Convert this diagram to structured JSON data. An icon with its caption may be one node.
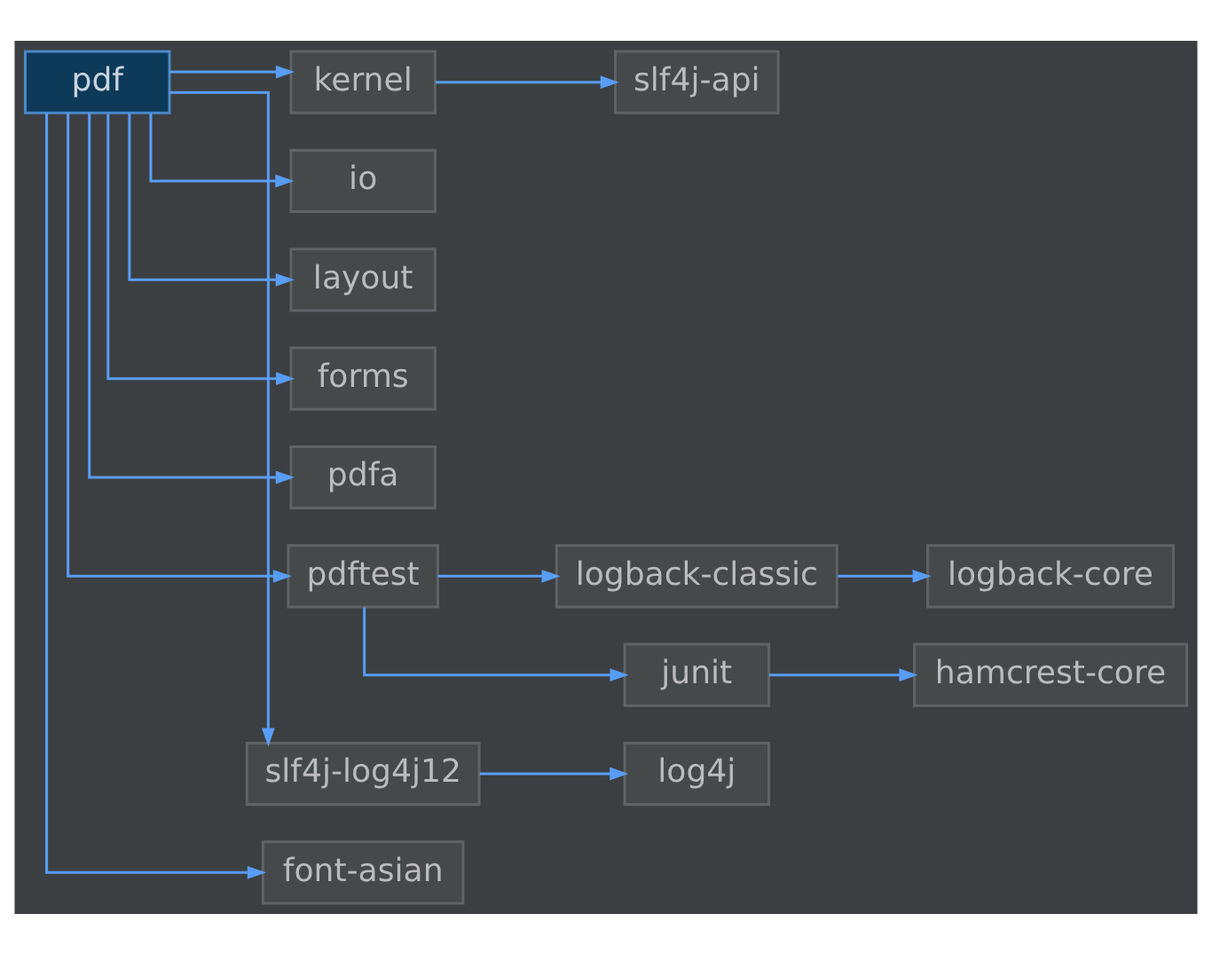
{
  "diagram": {
    "nodes": [
      {
        "text": [
          "pdf"
        ]
      },
      {
        "text": [
          "kernel"
        ]
      },
      {
        "text": [
          "slf4j-api"
        ]
      },
      {
        "text": [
          "io"
        ]
      },
      {
        "text": [
          "layout"
        ]
      },
      {
        "text": [
          "forms"
        ]
      },
      {
        "text": [
          "pdfa"
        ]
      },
      {
        "text": [
          "pdftest"
        ]
      },
      {
        "text": [
          "logback-classic"
        ]
      },
      {
        "text": [
          "logback-core"
        ]
      },
      {
        "text": [
          "junit"
        ]
      },
      {
        "text": [
          "hamcrest-core"
        ]
      },
      {
        "text": [
          "slf4j-log4j12"
        ]
      },
      {
        "text": [
          "log4j"
        ]
      },
      {
        "text": [
          "font-asian"
        ]
      }
    ],
    "edges": [
      {
        "from": 0,
        "to": 1,
        "arrow": "to"
      },
      {
        "from": 1,
        "to": 2,
        "arrow": "to"
      },
      {
        "from": 0,
        "to": 3,
        "arrow": "to"
      },
      {
        "from": 0,
        "to": 4,
        "arrow": "to"
      },
      {
        "from": 0,
        "to": 5,
        "arrow": "to"
      },
      {
        "from": 0,
        "to": 6,
        "arrow": "to"
      },
      {
        "from": 0,
        "to": 7,
        "arrow": "to"
      },
      {
        "from": 7,
        "to": 8,
        "arrow": "to"
      },
      {
        "from": 8,
        "to": 9,
        "arrow": "to"
      },
      {
        "from": 7,
        "to": 10,
        "arrow": "to"
      },
      {
        "from": 10,
        "to": 11,
        "arrow": "to"
      },
      {
        "from": 0,
        "to": 12,
        "arrow": "to"
      },
      {
        "from": 12,
        "to": 13,
        "arrow": "to"
      },
      {
        "from": 0,
        "to": 14,
        "arrow": "to"
      }
    ]
  }
}
